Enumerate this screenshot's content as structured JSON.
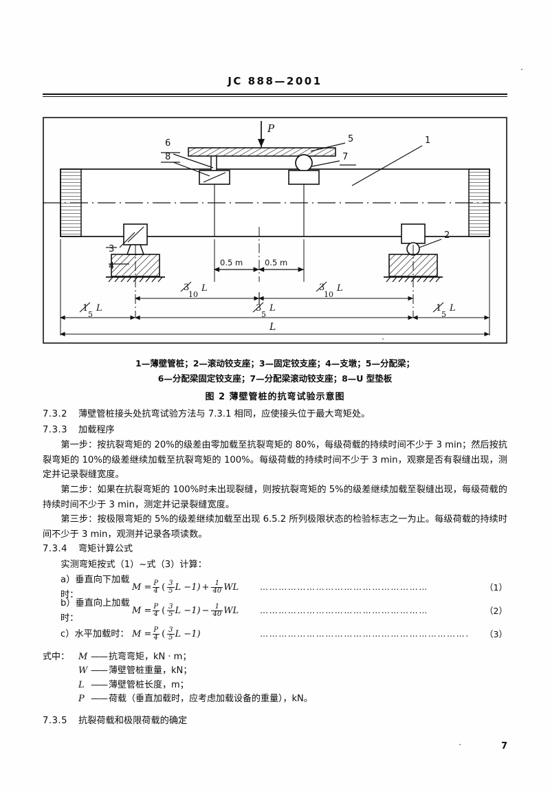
{
  "header": {
    "standard_code": "JC 888—2001"
  },
  "figure": {
    "load_symbol": "P",
    "callouts": [
      "1",
      "2",
      "3",
      "4",
      "5",
      "6",
      "7",
      "8"
    ],
    "dimensions": {
      "inner_left": "0.5 m",
      "inner_right": "0.5 m",
      "span_left_quarter": "3/10 L",
      "span_right_quarter": "3/10 L",
      "overhang_left": "1/5 L",
      "middle_span": "3/5 L",
      "overhang_right": "1/5 L",
      "total_length": "L"
    },
    "legend_line1": "1—薄壁管桩；2—滚动铰支座；3—固定铰支座；4—支墩；5—分配梁；",
    "legend_line2": "6—分配梁固定铰支座；7—分配梁滚动铰支座；8—U 型垫板",
    "caption": "图 2   薄壁管桩的抗弯试验示意图"
  },
  "sections": [
    {
      "number": "7.3.2",
      "title": "薄壁管桩接头处抗弯试验方法与 7.3.1 相同，应使接头位于最大弯矩处。"
    },
    {
      "number": "7.3.3",
      "title": "加载程序"
    },
    {
      "number": "7.3.4",
      "title": "弯矩计算公式"
    },
    {
      "number": "7.3.5",
      "title": "抗裂荷载和极限荷载的确定"
    }
  ],
  "procedure": {
    "step1": "第一步：按抗裂弯矩的 20%的级差由零加载至抗裂弯矩的 80%，每级荷载的持续时间不少于 3 min；然后按抗裂弯矩的 10%的级差继续加载至抗裂弯矩的 100%。每级荷载的持续时间不少于 3 min，观察是否有裂缝出现，测定并记录裂缝宽度。",
    "step2": "第二步：如果在抗裂弯矩的 100%时未出现裂缝，则按抗裂弯矩的 5%的级差继续加载至裂缝出现，每级荷载的持续时间不少于 3 min，测定并记录裂缝宽度。",
    "step3": "第三步：按极限弯矩的 5%的级差继续加载至出现 6.5.2 所列极限状态的检验标志之一为止。每级荷载的持续时间不少于 3 min，观测并记录各项读数。"
  },
  "formula_intro": "实测弯矩按式（1）~式（3）计算：",
  "formulas": [
    {
      "label": "a）垂直向下加载时：",
      "number": "（1）",
      "parts": {
        "lead": "M =",
        "coef_num": "P",
        "coef_den": "4",
        "open": "(",
        "f_num": "3",
        "f_den": "5",
        "var": "L −1)",
        "sign": "+",
        "t_num": "1",
        "t_den": "40",
        "tail": "WL"
      }
    },
    {
      "label": "b）垂直向上加载时：",
      "number": "（2）",
      "parts": {
        "lead": "M =",
        "coef_num": "P",
        "coef_den": "4",
        "open": "(",
        "f_num": "3",
        "f_den": "5",
        "var": "L −1)",
        "sign": "−",
        "t_num": "1",
        "t_den": "40",
        "tail": "WL"
      }
    },
    {
      "label": "c）水平加载时：",
      "number": "（3）",
      "parts": {
        "lead": "M =",
        "coef_num": "P",
        "coef_den": "4",
        "open": "(",
        "f_num": "3",
        "f_den": "5",
        "var": "L −1)",
        "sign": "",
        "t_num": "",
        "t_den": "",
        "tail": ""
      }
    }
  ],
  "where": {
    "lead": "式中：",
    "items": [
      {
        "symbol": "M",
        "dash": "——",
        "definition": "抗弯弯矩，kN · m；"
      },
      {
        "symbol": "W",
        "dash": "——",
        "definition": "薄壁管桩重量，kN；"
      },
      {
        "symbol": "L",
        "dash": "——",
        "definition": "薄壁管桩长度，m；"
      },
      {
        "symbol": "P",
        "dash": "——",
        "definition": "荷载（垂直加载时，应考虑加载设备的重量），kN。"
      }
    ]
  },
  "page_number": "7"
}
